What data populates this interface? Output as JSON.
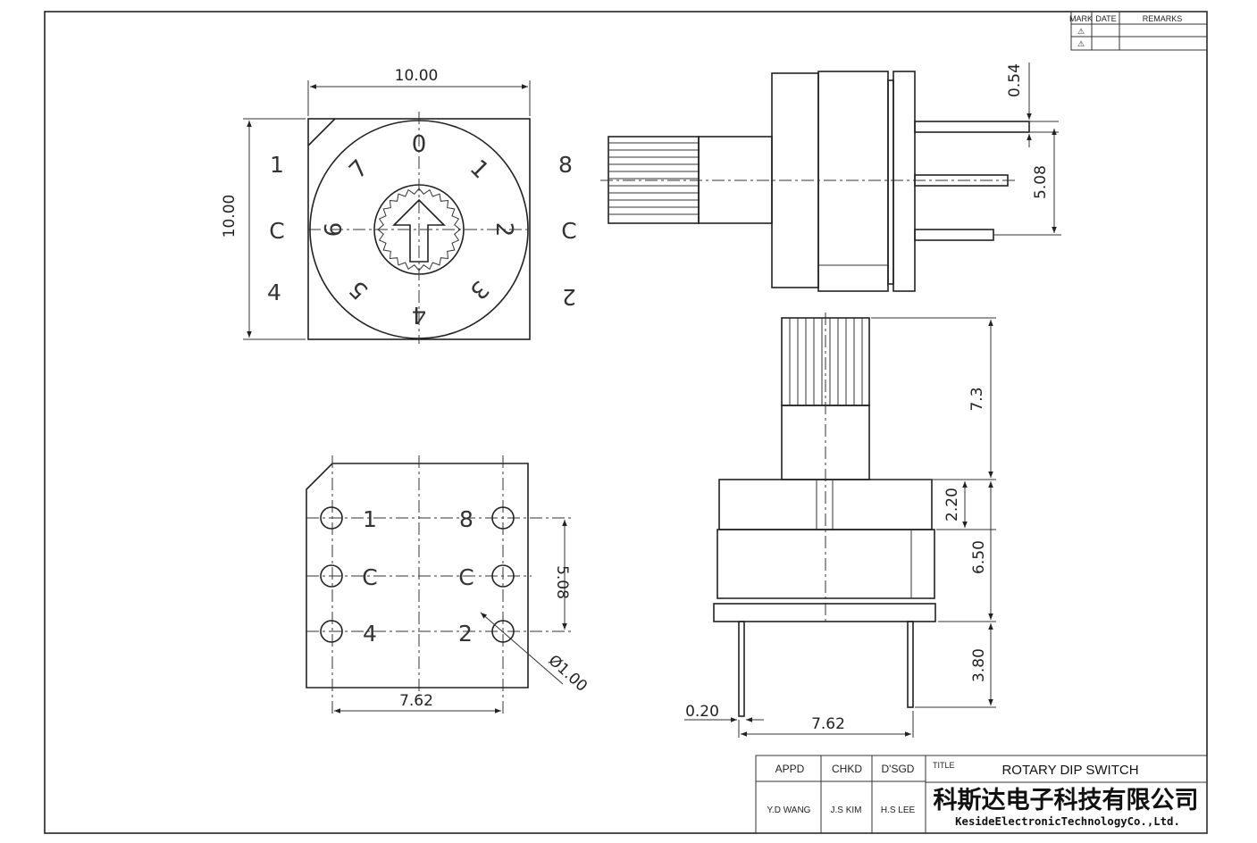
{
  "revision_table": {
    "headers": [
      "MARK",
      "DATE",
      "REMARKS"
    ],
    "marks": [
      "⚠",
      "⚠"
    ]
  },
  "top_view": {
    "width_dim": "10.00",
    "height_dim": "10.00",
    "left_pins": [
      "1",
      "C",
      "4"
    ],
    "right_pins": [
      "8",
      "C",
      "2"
    ],
    "dial_numbers": [
      "0",
      "1",
      "2",
      "3",
      "4",
      "5",
      "6",
      "7"
    ]
  },
  "side_view": {
    "pin_dia_dim": "0.54",
    "pin_pitch_dim": "5.08"
  },
  "bottom_view": {
    "left_pins": [
      "1",
      "C",
      "4"
    ],
    "right_pins": [
      "8",
      "C",
      "2"
    ],
    "pitch_dim": "5.08",
    "hole_dim": "Ø1.00",
    "spacing_dim": "7.62"
  },
  "front_view": {
    "shaft_dim": "7.3",
    "cap_dim": "2.20",
    "body_dim": "6.50",
    "pin_len_dim": "3.80",
    "pin_thick_dim": "0.20",
    "spacing_dim": "7.62"
  },
  "title_block": {
    "appd_label": "APPD",
    "chkd_label": "CHKD",
    "dsgd_label": "D'SGD",
    "title_label": "TITLE",
    "title": "ROTARY DIP SWITCH",
    "appd_name": "Y.D WANG",
    "chkd_name": "J.S KIM",
    "dsgd_name": "H.S LEE",
    "company_cn": "科斯达电子科技有限公司",
    "company_en": "KesideElectronicTechnologyCo.,Ltd."
  }
}
